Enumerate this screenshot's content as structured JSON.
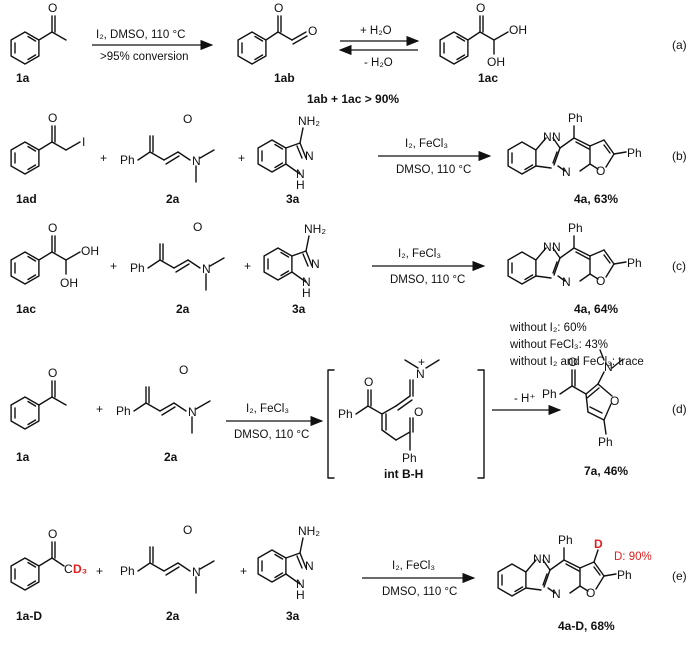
{
  "rows": {
    "a": {
      "tag": "(a)",
      "conditions": [
        "I₂, DMSO, 110 °C",
        ">95% conversion"
      ],
      "equilibrium": [
        "+ H₂O",
        "- H₂O"
      ],
      "compounds": [
        "1a",
        "1ab",
        "1ac"
      ],
      "summary": "1ab + 1ac > 90%"
    },
    "b": {
      "tag": "(b)",
      "conditions": [
        "I₂, FeCl₃",
        "DMSO, 110 °C"
      ],
      "compounds": [
        "1ad",
        "2a",
        "3a"
      ],
      "product": "4a, 63%"
    },
    "c": {
      "tag": "(c)",
      "conditions": [
        "I₂, FeCl₃",
        "DMSO, 110 °C"
      ],
      "compounds": [
        "1ac",
        "2a",
        "3a"
      ],
      "product": "4a, 64%",
      "notes": [
        "without I₂:  60%",
        "without FeCl₃: 43%",
        "without I₂ and FeCl₃: trace"
      ]
    },
    "d": {
      "tag": "(d)",
      "conditions": [
        "I₂, FeCl₃",
        "DMSO, 110 °C"
      ],
      "compounds": [
        "1a",
        "2a"
      ],
      "intermediate": "int B-H",
      "step": "- H⁺",
      "product": "7a, 46%"
    },
    "e": {
      "tag": "(e)",
      "conditions": [
        "I₂, FeCl₃",
        "DMSO, 110 °C"
      ],
      "compounds": [
        "1a-D",
        "2a",
        "3a"
      ],
      "product": "4a-D, 68%",
      "deuterium": "D: 90%"
    }
  },
  "atoms": {
    "O": "O",
    "OH": "OH",
    "I": "I",
    "Ph": "Ph",
    "N": "N",
    "NH2": "NH₂",
    "NH": "H",
    "D": "D",
    "D3": "D₃",
    "C": "C",
    "plus": "+",
    "plus_charge": "+"
  },
  "colors": {
    "deuterium": "#e02020"
  }
}
